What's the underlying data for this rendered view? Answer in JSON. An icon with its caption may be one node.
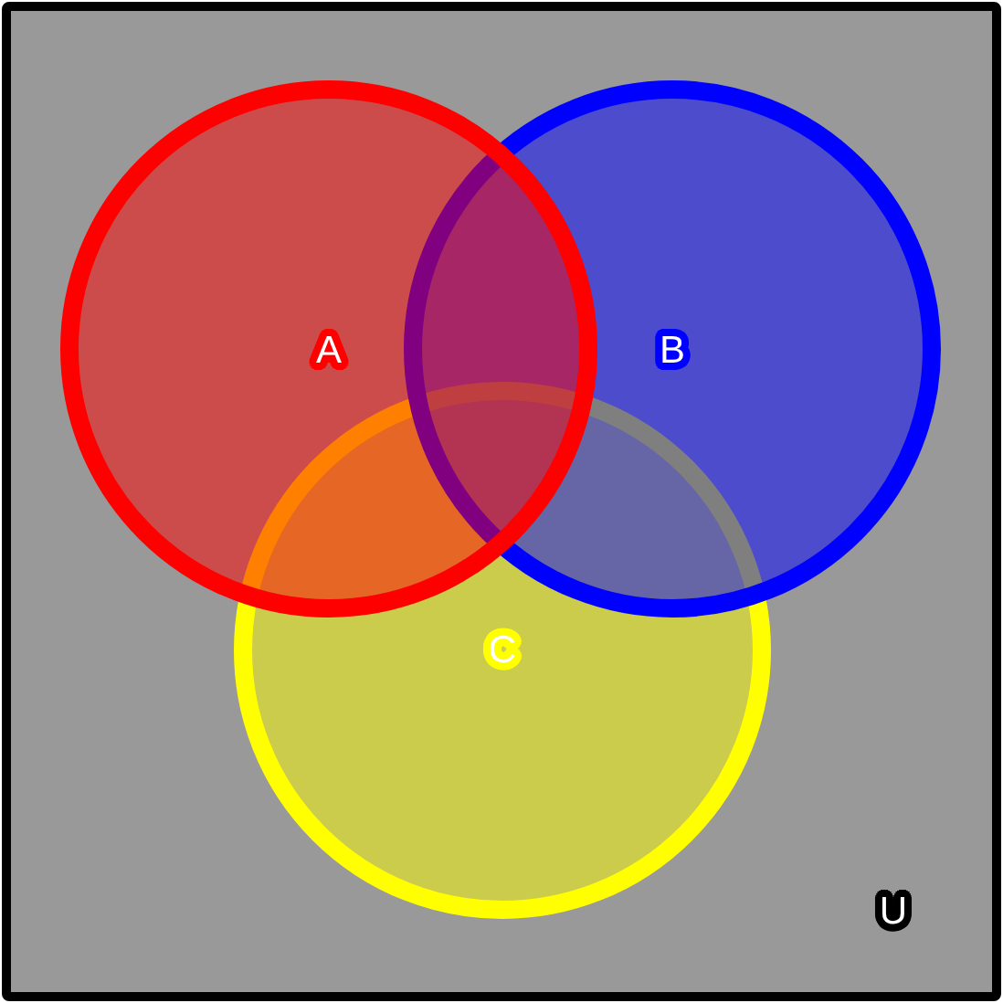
{
  "diagram": {
    "nodes": [
      {
        "text": [
          "U"
        ]
      },
      {
        "text": [
          "A"
        ],
        "in": 0
      },
      {
        "text": [
          "B"
        ],
        "in": 0
      },
      {
        "text": [
          "C"
        ],
        "in": 0
      }
    ]
  }
}
